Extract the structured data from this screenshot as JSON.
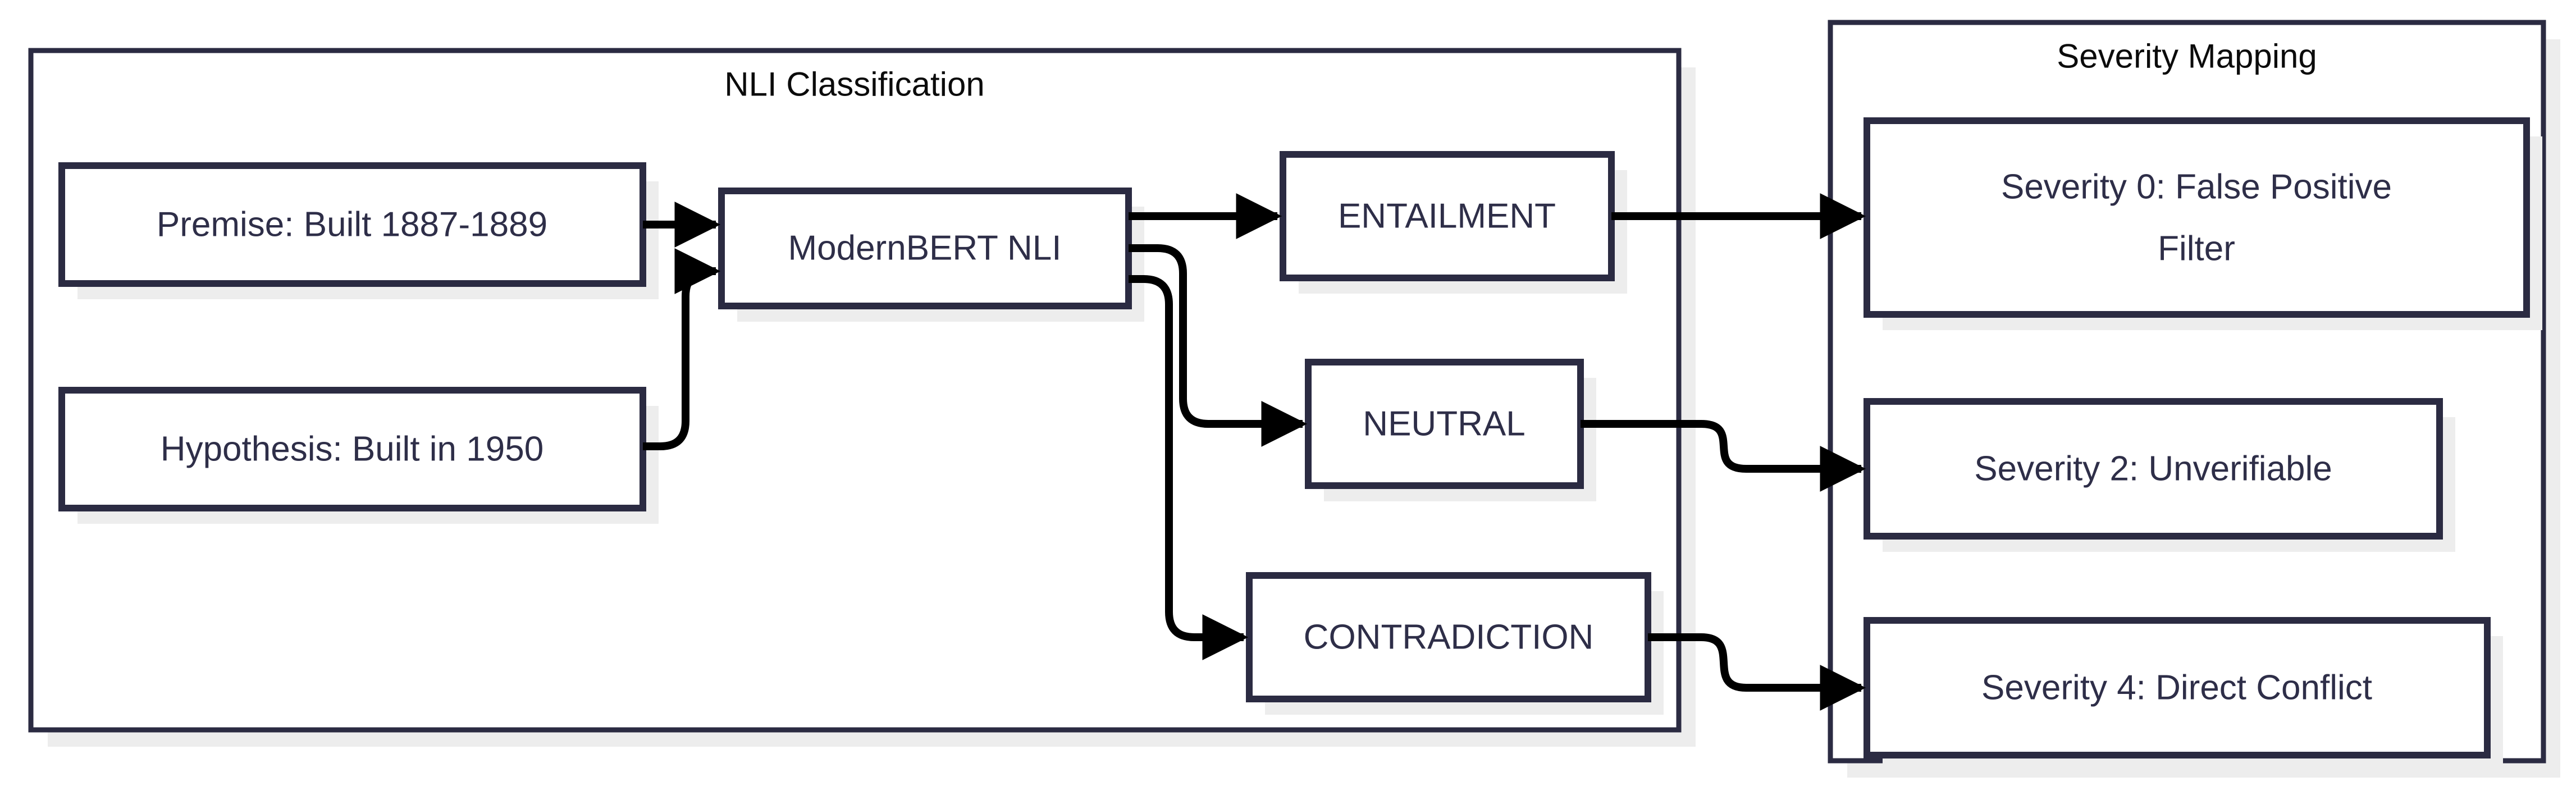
{
  "diagram": {
    "nli_section": {
      "title": "NLI Classification",
      "nodes": {
        "premise": {
          "label": "Premise: Built 1887-1889"
        },
        "hypothesis": {
          "label": "Hypothesis: Built in 1950"
        },
        "model": {
          "label": "ModernBERT NLI"
        },
        "entailment": {
          "label": "ENTAILMENT"
        },
        "neutral": {
          "label": "NEUTRAL"
        },
        "contradiction": {
          "label": "CONTRADICTION"
        }
      }
    },
    "severity_section": {
      "title": "Severity Mapping",
      "boxes": [
        {
          "label": "Severity 0: False Positive Filter",
          "lines": [
            "Severity 0: False Positive",
            "Filter"
          ]
        },
        {
          "label": "Severity 2: Unverifiable"
        },
        {
          "label": "Severity 4: Direct Conflict"
        }
      ]
    },
    "edges": [
      {
        "from": "Premise: Built 1887-1889",
        "to": "ModernBERT NLI"
      },
      {
        "from": "Hypothesis: Built in 1950",
        "to": "ModernBERT NLI"
      },
      {
        "from": "ModernBERT NLI",
        "to": "ENTAILMENT"
      },
      {
        "from": "ModernBERT NLI",
        "to": "NEUTRAL"
      },
      {
        "from": "ModernBERT NLI",
        "to": "CONTRADICTION"
      },
      {
        "from": "ENTAILMENT",
        "to": "Severity 0: False Positive Filter"
      },
      {
        "from": "NEUTRAL",
        "to": "Severity 2: Unverifiable"
      },
      {
        "from": "CONTRADICTION",
        "to": "Severity 4: Direct Conflict"
      }
    ]
  },
  "colors": {
    "border": "#2b2b42",
    "arrow": "#000000",
    "node_bg": "#ffffff",
    "entailment_bg": "#cde4cd",
    "neutral_bg": "#fcf6c5",
    "contradiction_bg": "#ffcdd3",
    "shadow": "#ededed",
    "label_text": "#2e2e48",
    "title_text": "#0b0b0b"
  }
}
